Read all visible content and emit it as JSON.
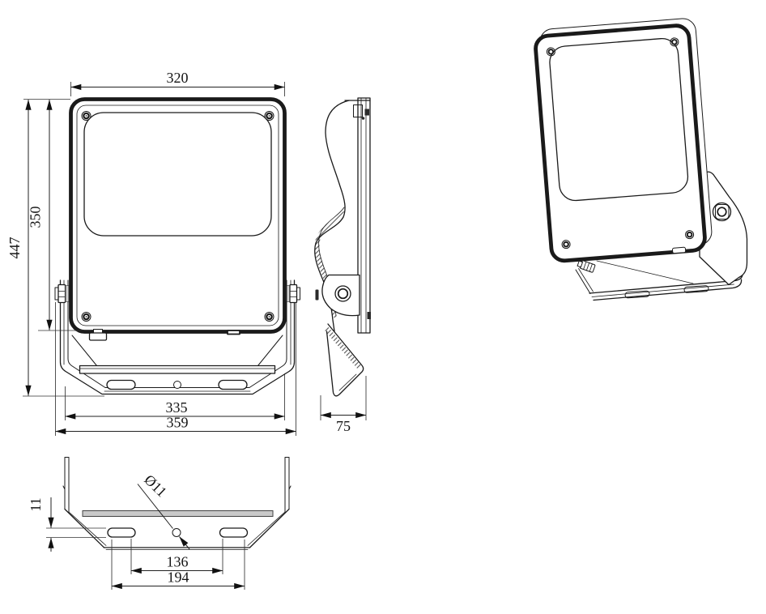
{
  "page": {
    "background": "#ffffff"
  },
  "drawing": {
    "line_color": "#1a1a1a",
    "dimension_color": "#222222",
    "front_view": {
      "width_top": "320",
      "height_overall": "447",
      "height_body": "350",
      "width_bracket": "335",
      "width_overall": "359"
    },
    "side_view": {
      "depth": "75"
    },
    "bottom_view": {
      "hole_diameter": "Ø11",
      "slot_width": "11",
      "spacing_inner": "136",
      "spacing_outer": "194"
    }
  }
}
